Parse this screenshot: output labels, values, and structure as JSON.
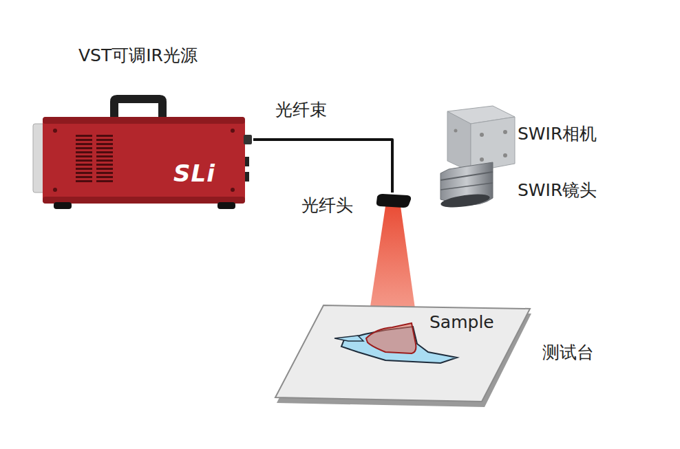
{
  "diagram": {
    "nodes": [
      {
        "text": [
          "VST可调IR光源",
          "SLi"
        ]
      },
      {
        "text": [
          "光纤头"
        ]
      },
      {
        "text": [
          "SWIR相机",
          "SWIR镜头"
        ]
      },
      {
        "text": [
          "测试台",
          "Sample"
        ]
      }
    ],
    "edges": [
      {
        "from": 0,
        "to": 1,
        "arrow": "none",
        "label": "光纤束"
      }
    ]
  }
}
